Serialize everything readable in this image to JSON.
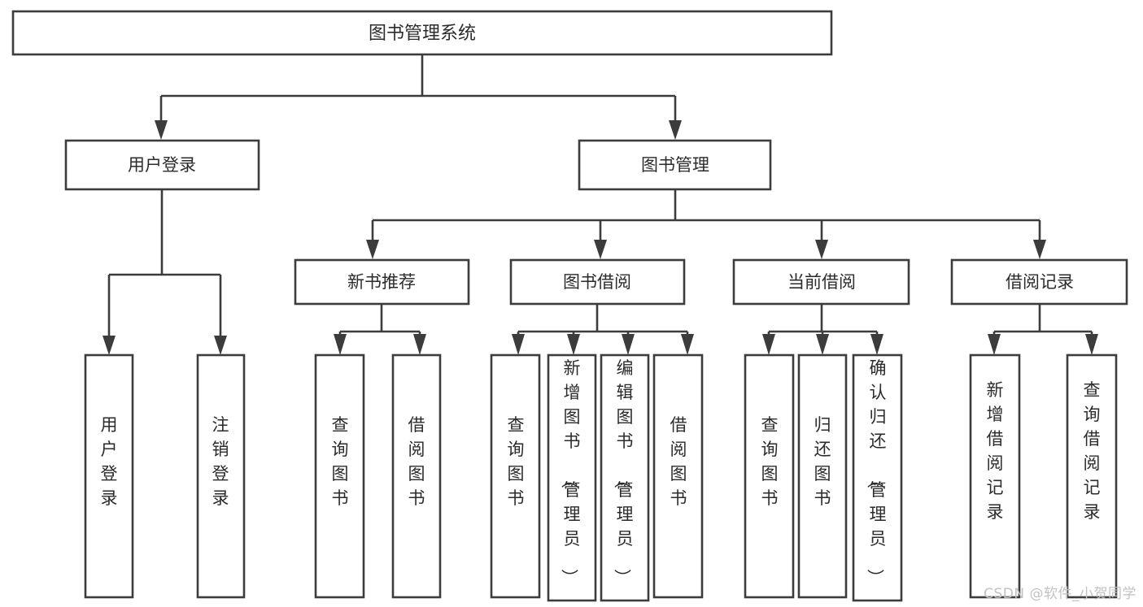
{
  "diagram": {
    "type": "tree-hierarchy-chart",
    "title": "图书管理系统",
    "watermark": "CSDN @软件_小贺同学",
    "colors": {
      "background": "#ffffff",
      "stroke": "#3c3c3c",
      "box_fill": "#ffffff",
      "text": "#2b2b2b",
      "watermark": "#c2c2c2"
    },
    "levels": {
      "root": {
        "label": "图书管理系统"
      },
      "level2": [
        {
          "id": "user-login",
          "label": "用户登录"
        },
        {
          "id": "book-management",
          "label": "图书管理"
        }
      ],
      "level3": [
        {
          "id": "new-book-recommend",
          "label": "新书推荐",
          "parent": "book-management"
        },
        {
          "id": "book-borrow",
          "label": "图书借阅",
          "parent": "book-management"
        },
        {
          "id": "current-borrow",
          "label": "当前借阅",
          "parent": "book-management"
        },
        {
          "id": "borrow-record",
          "label": "借阅记录",
          "parent": "book-management"
        }
      ],
      "leaves": {
        "user-login": [
          {
            "id": "leaf-user-login",
            "label": "用户登录"
          },
          {
            "id": "leaf-logout-login",
            "label": "注销登录"
          }
        ],
        "new-book-recommend": [
          {
            "id": "leaf-query-book-1",
            "label": "查询图书"
          },
          {
            "id": "leaf-borrow-book-1",
            "label": "借阅图书"
          }
        ],
        "book-borrow": [
          {
            "id": "leaf-query-book-2",
            "label": "查询图书"
          },
          {
            "id": "leaf-add-book-admin",
            "label": "新增图书（管理员）"
          },
          {
            "id": "leaf-edit-book-admin",
            "label": "编辑图书（管理员）"
          },
          {
            "id": "leaf-borrow-book-2",
            "label": "借阅图书"
          }
        ],
        "current-borrow": [
          {
            "id": "leaf-query-book-3",
            "label": "查询图书"
          },
          {
            "id": "leaf-return-book",
            "label": "归还图书"
          },
          {
            "id": "leaf-confirm-return-admin",
            "label": "确认归还（管理员）"
          }
        ],
        "borrow-record": [
          {
            "id": "leaf-add-borrow-record",
            "label": "新增借阅记录"
          },
          {
            "id": "leaf-query-borrow-record",
            "label": "查询借阅记录"
          }
        ]
      }
    }
  }
}
